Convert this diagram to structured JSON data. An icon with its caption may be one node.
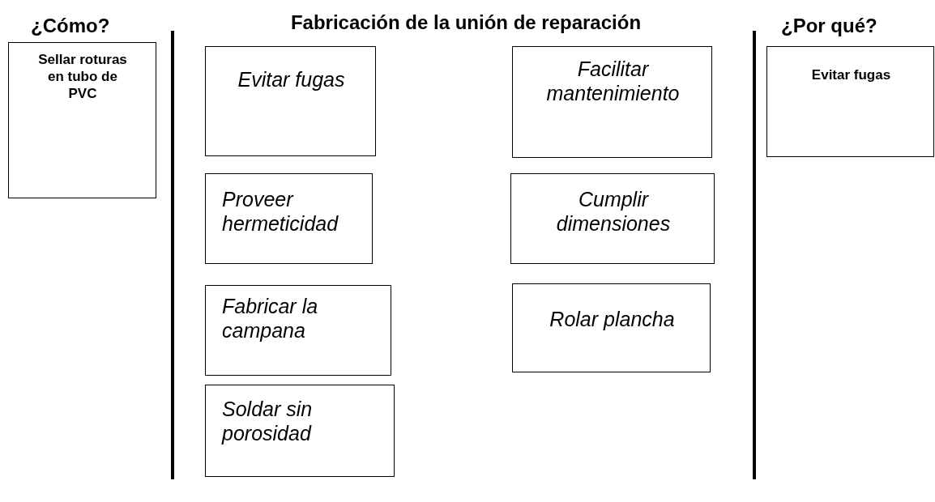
{
  "diagram": {
    "title": "Fabricación de la unión de reparación",
    "nodes": [
      {
        "text": [
          "Sellar roturas en tubo de PVC"
        ]
      },
      {
        "text": [
          "Evitar fugas"
        ]
      },
      {
        "text": [
          "Facilitar mantenimiento"
        ]
      },
      {
        "text": [
          "Evitar fugas"
        ]
      },
      {
        "text": [
          "Proveer hermeticidad"
        ]
      },
      {
        "text": [
          "Cumplir dimensiones"
        ]
      },
      {
        "text": [
          "Fabricar la campana"
        ]
      },
      {
        "text": [
          "Rolar plancha"
        ]
      },
      {
        "text": [
          "Soldar sin porosidad"
        ]
      }
    ],
    "labels": [
      "¿Cómo?",
      "¿Por qué?"
    ]
  }
}
